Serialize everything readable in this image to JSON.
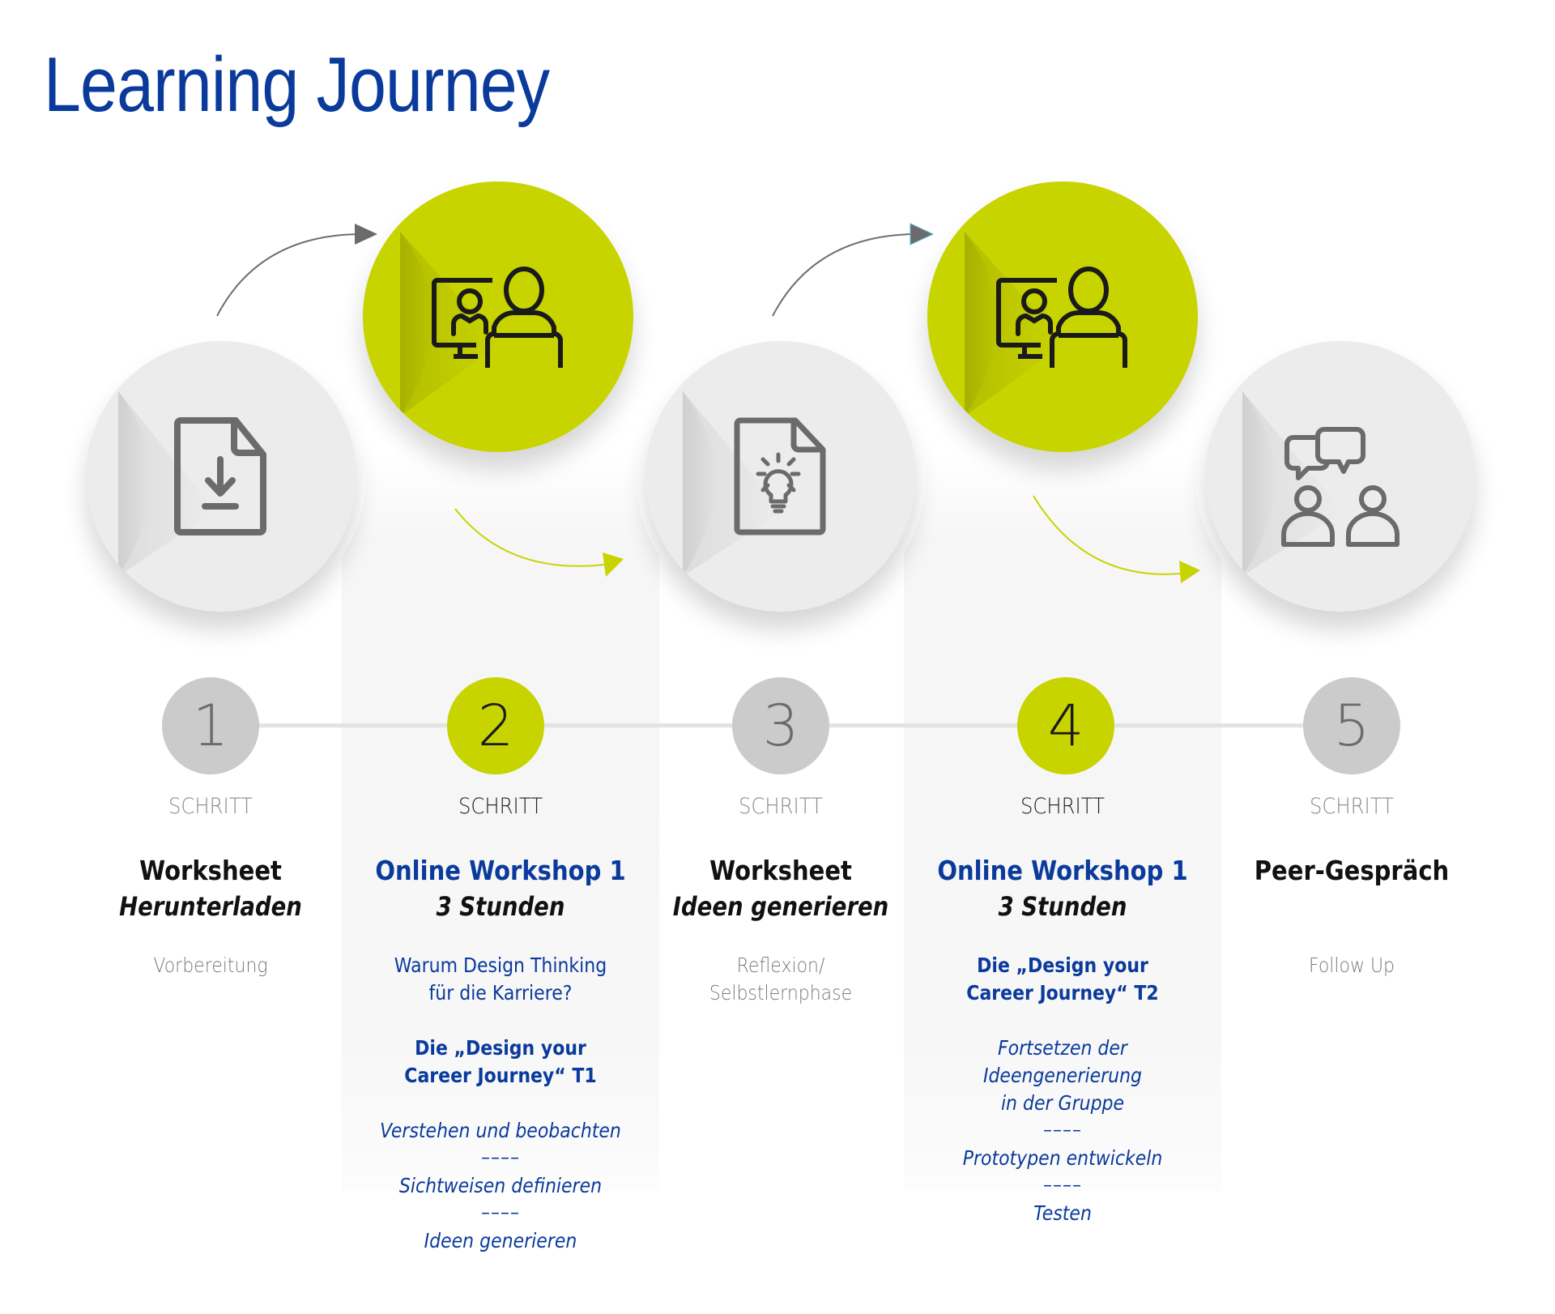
{
  "title": "Learning Journey",
  "colors": {
    "brand_blue": "#0a3a9c",
    "accent_green": "#c8d400",
    "neutral_grey": "#cbcbcb",
    "icon_grey": "#6b6b6b"
  },
  "step_label": "SCHRITT",
  "steps": [
    {
      "number": "1",
      "style": "grey",
      "icon": "document-download-icon",
      "title": "Worksheet",
      "subtitle": "Herunterladen",
      "description": "Vorbereitung"
    },
    {
      "number": "2",
      "style": "green",
      "icon": "video-conference-icon",
      "title": "Online Workshop 1",
      "subtitle": "3 Stunden",
      "description_lines": [
        "Warum Design Thinking",
        "für die Karriere?"
      ],
      "topic_lines": [
        "Die „Design your",
        "Career Journey“ T1"
      ],
      "phases": [
        "Verstehen und beobachten",
        "Sichtweisen definieren",
        "Ideen generieren"
      ],
      "separator": "––––"
    },
    {
      "number": "3",
      "style": "grey",
      "icon": "document-lightbulb-icon",
      "title": "Worksheet",
      "subtitle": "Ideen generieren",
      "description_lines": [
        "Reflexion/",
        "Selbstlernphase"
      ]
    },
    {
      "number": "4",
      "style": "green",
      "icon": "video-conference-icon",
      "title": "Online Workshop 1",
      "subtitle": "3 Stunden",
      "topic_lines": [
        "Die „Design your",
        "Career Journey“ T2"
      ],
      "phases": [
        "Fortsetzen der Ideengenerierung",
        "in der Gruppe",
        "Prototypen entwickeln",
        "Testen"
      ],
      "separator": "––––"
    },
    {
      "number": "5",
      "style": "grey",
      "icon": "peer-conversation-icon",
      "title": "Peer-Gespräch",
      "description": "Follow Up"
    }
  ]
}
